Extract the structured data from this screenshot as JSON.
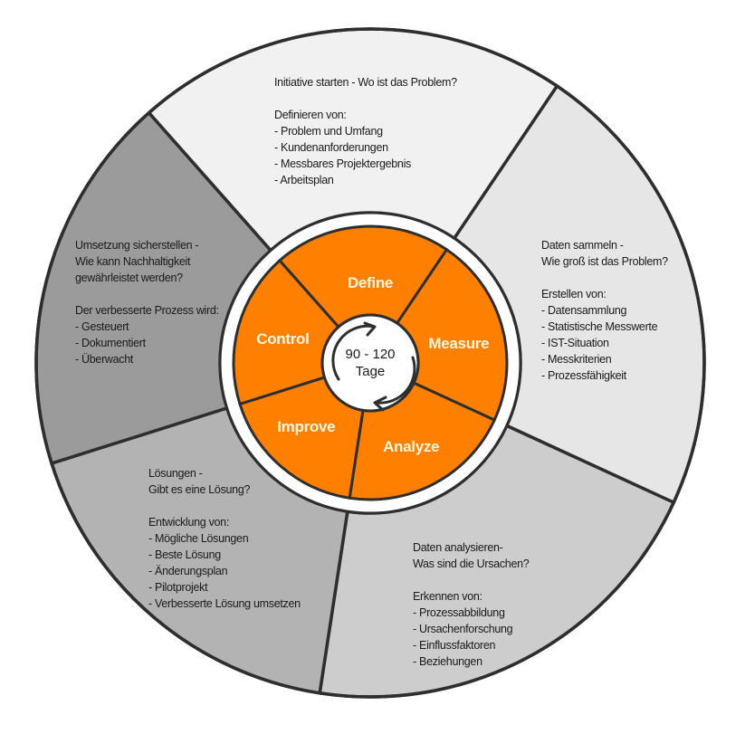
{
  "diagram": {
    "type": "cycle-wheel",
    "center": {
      "line1": "90 - 120",
      "line2": "Tage",
      "icon": "cycle-arrows-icon"
    },
    "colors": {
      "accent": "#ff8000",
      "outline": "#2e2e2e",
      "define_bg": "#f1f1f1",
      "measure_bg": "#e6e6e6",
      "analyze_bg": "#cdcdcd",
      "improve_bg": "#b3b3b3",
      "control_bg": "#9b9b9b"
    },
    "phases": [
      {
        "id": "define",
        "label": "Define",
        "lines": [
          "Initiative starten - Wo ist das Problem?",
          "",
          "Definieren von:",
          "- Problem und Umfang",
          "- Kundenanforderungen",
          "- Messbares Projektergebnis",
          "- Arbeitsplan"
        ]
      },
      {
        "id": "measure",
        "label": "Measure",
        "lines": [
          "Daten sammeln -",
          "Wie groß ist das Problem?",
          "",
          "Erstellen von:",
          "- Datensammlung",
          "- Statistische Messwerte",
          "- IST-Situation",
          "- Messkriterien",
          "- Prozessfähigkeit"
        ]
      },
      {
        "id": "analyze",
        "label": "Analyze",
        "lines": [
          "Daten analysieren-",
          "Was sind die Ursachen?",
          "",
          "Erkennen von:",
          "- Prozessabbildung",
          "- Ursachenforschung",
          "- Einflussfaktoren",
          "- Beziehungen"
        ]
      },
      {
        "id": "improve",
        "label": "Improve",
        "lines": [
          "Lösungen -",
          "Gibt es eine Lösung?",
          "",
          "Entwicklung von:",
          "- Mögliche Lösungen",
          "- Beste Lösung",
          "- Änderungsplan",
          "- Pilotprojekt",
          "- Verbesserte Lösung umsetzen"
        ]
      },
      {
        "id": "control",
        "label": "Control",
        "lines": [
          "Umsetzung sicherstellen -",
          "Wie kann Nachhaltigkeit",
          "gewährleistet werden?",
          "",
          "Der verbesserte Prozess wird:",
          "- Gesteuert",
          "- Dokumentiert",
          "- Überwacht"
        ]
      }
    ]
  }
}
